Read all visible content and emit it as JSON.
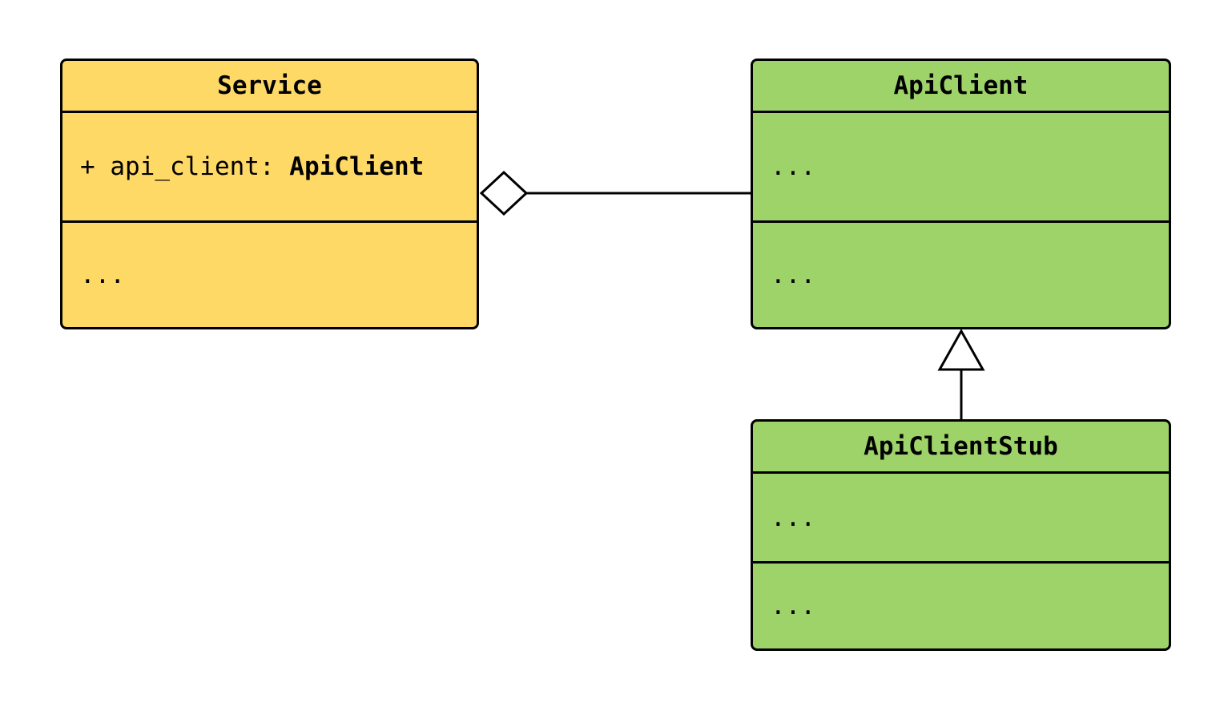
{
  "diagram_type": "uml-class-diagram",
  "colors": {
    "service_fill": "#ffd966",
    "client_fill": "#9ed36a",
    "stroke": "#000000"
  },
  "classes": {
    "service": {
      "name": "Service",
      "attribute_prefix": "+ api_client: ",
      "attribute_type": "ApiClient",
      "methods_placeholder": "..."
    },
    "api_client": {
      "name": "ApiClient",
      "attributes_placeholder": "...",
      "methods_placeholder": "..."
    },
    "api_client_stub": {
      "name": "ApiClientStub",
      "attributes_placeholder": "...",
      "methods_placeholder": "..."
    }
  },
  "relations": [
    {
      "type": "aggregation",
      "from": "Service",
      "to": "ApiClient"
    },
    {
      "type": "inheritance",
      "from": "ApiClientStub",
      "to": "ApiClient"
    }
  ]
}
